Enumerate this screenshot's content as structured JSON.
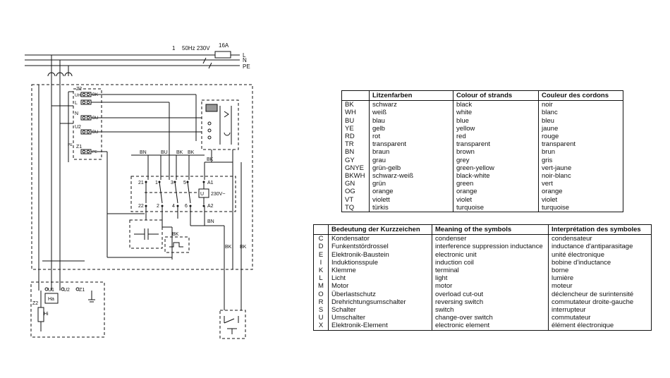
{
  "schematic": {
    "supply_phase": "1",
    "supply_rating": "50Hz 230V",
    "fuse_rating": "16A",
    "line_l": "L",
    "line_n": "N",
    "line_pe": "PE",
    "terminal_z2": "Z2",
    "terminal_uh": "UH",
    "terminal_l": "L",
    "terminal_n": "N",
    "terminal_u2": "U2",
    "terminal_z1": "Z1",
    "terminal_pe": "PE",
    "wire_bk": "BK",
    "wire_bu": "BU",
    "wire_bn": "BN",
    "contact_21": "21",
    "contact_1": "1",
    "contact_3": "3",
    "contact_5": "5",
    "contact_22": "22",
    "contact_2": "2",
    "contact_4": "4",
    "contact_6": "6",
    "coil_a1": "A1",
    "coil_a2": "A2",
    "coil_voltage": "230V~",
    "coil_symbol": "U",
    "motor_u1": "U1",
    "motor_u2": "U2",
    "motor_z1": "Z1",
    "motor_z2": "Z2",
    "motor_ha": "Ha",
    "motor_hi": "Hi"
  },
  "strands_table": {
    "headers": [
      "",
      "Litzenfarben",
      "Colour of strands",
      "Couleur des cordons"
    ],
    "rows": [
      [
        "BK",
        "schwarz",
        "black",
        "noir"
      ],
      [
        "WH",
        "weiß",
        "white",
        "blanc"
      ],
      [
        "BU",
        "blau",
        "blue",
        "bleu"
      ],
      [
        "YE",
        "gelb",
        "yellow",
        "jaune"
      ],
      [
        "RD",
        "rot",
        "red",
        "rouge"
      ],
      [
        "TR",
        "transparent",
        "transparent",
        "transparent"
      ],
      [
        "BN",
        "braun",
        "brown",
        "brun"
      ],
      [
        "GY",
        "grau",
        "grey",
        "gris"
      ],
      [
        "GNYE",
        "grün-gelb",
        "green-yellow",
        "vert-jaune"
      ],
      [
        "BKWH",
        "schwarz-weiß",
        "black-white",
        "noir-blanc"
      ],
      [
        "GN",
        "grün",
        "green",
        "vert"
      ],
      [
        "OG",
        "orange",
        "orange",
        "orange"
      ],
      [
        "VT",
        "violett",
        "violet",
        "violet"
      ],
      [
        "TQ",
        "türkis",
        "turquoise",
        "turquoise"
      ]
    ]
  },
  "symbols_table": {
    "headers": [
      "",
      "Bedeutung der Kurzzeichen",
      "Meaning of the symbols",
      "Interprétation des symboles"
    ],
    "rows": [
      [
        "C",
        "Kondensator",
        "condenser",
        "condensateur"
      ],
      [
        "D",
        "Funkentstördrossel",
        "interference suppression inductance",
        "inductance d'antiparasitage"
      ],
      [
        "E",
        "Elektronik-Baustein",
        "electronic unit",
        "unité électronique"
      ],
      [
        "I",
        "Induktionsspule",
        "induction coil",
        "bobine d'inductance"
      ],
      [
        "K",
        "Klemme",
        "terminal",
        "borne"
      ],
      [
        "L",
        "Licht",
        "light",
        "lumière"
      ],
      [
        "M",
        "Motor",
        "motor",
        "moteur"
      ],
      [
        "O",
        "Überlastschutz",
        "overload cut-out",
        "déclencheur de surintensité"
      ],
      [
        "R",
        "Drehrichtungsumschalter",
        "reversing switch",
        "commutateur droite-gauche"
      ],
      [
        "S",
        "Schalter",
        "switch",
        "interrupteur"
      ],
      [
        "U",
        "Umschalter",
        "change-over switch",
        "commutateur"
      ],
      [
        "X",
        "Elektronik-Element",
        "electronic element",
        "élément électronique"
      ]
    ]
  }
}
